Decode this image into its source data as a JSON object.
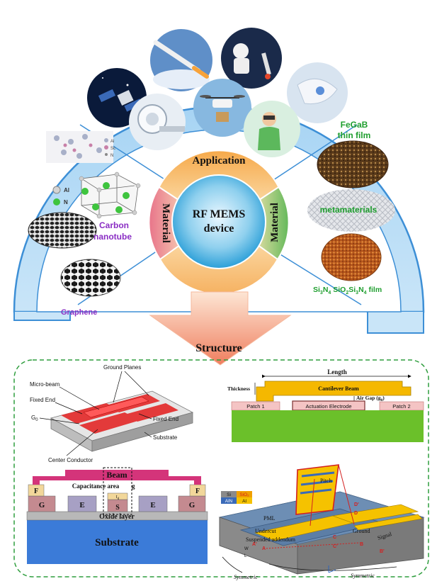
{
  "hub": {
    "center_line1": "RF MEMS",
    "center_line2": "device",
    "application": "Application",
    "material_left": "Material",
    "material_right": "Material",
    "structure": "Structure"
  },
  "left_materials": {
    "crystal_legend": [
      "Al",
      "Sc",
      "N"
    ],
    "aln_legend": [
      "Al",
      "N"
    ],
    "carbon_nanotube": [
      "Carbon",
      "nanotube"
    ],
    "graphene": "Graphene"
  },
  "right_materials": {
    "fegab": [
      "FeGaB",
      "thin film"
    ],
    "metamaterials": "metamaterials",
    "film": {
      "a": "Si",
      "a_sub": "3",
      "b": "N",
      "b_sub": "4",
      "c": " SiO",
      "c_sub": "2",
      "d": "Si",
      "d_sub": "3",
      "e": "N",
      "e_sub": "4",
      "f": " film"
    }
  },
  "structure_a": {
    "ground_planes": "Ground Planes",
    "micro_beam": "Micro-beam",
    "fixed_end_left": "Fixed End",
    "g0": "G",
    "g0_sub": "0",
    "fixed_end_right": "Fixed End",
    "substrate": "Substrate",
    "center_conductor": "Center Conductor"
  },
  "structure_b": {
    "length": "Length",
    "thickness": "Thickness",
    "cantilever_beam": "Cantilever Beam",
    "air_gap": "Air Gap (g",
    "air_gap_sub": "0",
    "air_gap_end": ")",
    "patch1": "Patch 1",
    "actuation": "Actuation Electrode",
    "patch2": "Patch 2"
  },
  "structure_c": {
    "beam": "Beam",
    "capacitance": "Capacitance area",
    "g": "g",
    "td": "t",
    "td_sub": "d",
    "f_left": "F",
    "f_right": "F",
    "electrodes": [
      "G",
      "E",
      "S",
      "E",
      "G"
    ],
    "oxide": "Oxide layer",
    "substrate": "Substrate"
  },
  "structure_d": {
    "legend": [
      "Si",
      "SiO₂",
      "AlN",
      "Al"
    ],
    "pml": "PML",
    "undercut": "Undercut",
    "suspended": "Suspended addendum",
    "ground": "Ground",
    "signal": "Signal",
    "pitch": "Pitch",
    "symmetric_left": "Symmetric",
    "symmetric_right": "Symmetric",
    "point_labels": [
      "A",
      "B",
      "C",
      "D",
      "A'",
      "B'",
      "C'",
      "D'"
    ],
    "w_label": "W",
    "l_label": "L"
  },
  "colors": {
    "outer_ring": "#aed3f2",
    "ring_stroke": "#3d8fd6",
    "application": "#f5b45a",
    "material_left": "#e07a8a",
    "material_right": "#7fc47a",
    "structure_arrow": "#f08a6c",
    "dashed_border": "#2f9e3e",
    "material_text_left": "#8a2ec4",
    "material_text_right": "#1e9e2e"
  }
}
